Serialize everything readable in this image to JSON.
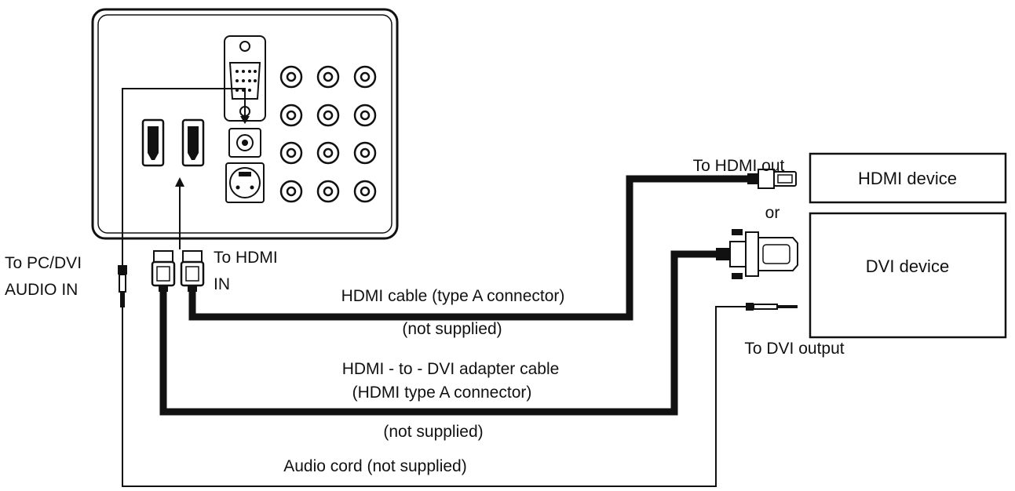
{
  "labels": {
    "to_pc_dvi_audio_in_line1": "To PC/DVI",
    "to_pc_dvi_audio_in_line2": "AUDIO IN",
    "to_hdmi_in_line1": "To HDMI",
    "to_hdmi_in_line2": "IN",
    "hdmi_cable": "HDMI cable (type A connector)",
    "hdmi_cable_not_supplied": "(not supplied)",
    "adapter_cable_line1": "HDMI - to - DVI adapter cable",
    "adapter_cable_line2": "(HDMI type A connector)",
    "adapter_not_supplied": "(not supplied)",
    "audio_cord": "Audio cord (not supplied)",
    "to_hdmi_out": "To HDMI out",
    "or": "or",
    "to_dvi_output": "To DVI output"
  },
  "devices": {
    "hdmi_device": "HDMI device",
    "dvi_device": "DVI device"
  },
  "colors": {
    "line": "#111111",
    "panel_fill": "#ffffff",
    "background": "#ffffff"
  }
}
